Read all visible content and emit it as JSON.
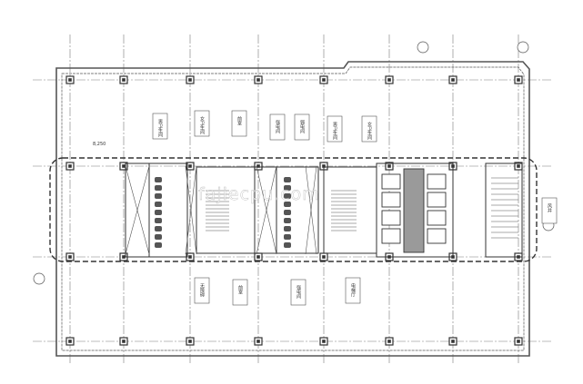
{
  "plan": {
    "dimension_text": "8,250",
    "watermark_text": "fajiecpu.com",
    "room_tags": [
      "男卫生间",
      "女卫生间",
      "前室",
      "强电间",
      "弱电间",
      "男卫生间",
      "女卫生间",
      "无障碍",
      "前室",
      "强电间",
      "电梯厅",
      "风井"
    ],
    "colors": {
      "line": "#555555",
      "grid": "#7a7a7a",
      "core_fill": "#9a9a9a",
      "paper": "#ffffff"
    }
  }
}
